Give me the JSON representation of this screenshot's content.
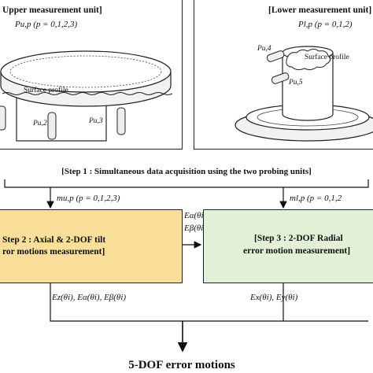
{
  "upper_unit": {
    "title": "Upper measurement unit]",
    "param_label": "Pu,p (p = 0,1,2,3)",
    "surface_profile_label": "Surface profile",
    "probe_label_2": "Pu,2",
    "probe_label_3": "Pu,3"
  },
  "lower_unit": {
    "title": "[Lower measurement unit]",
    "param_label": "Pl,p (p = 0,1,2)",
    "surface_profile_label": "Surface profile",
    "probe_label_4": "Pu,4",
    "probe_label_5": "Pu,5"
  },
  "step1": {
    "label": "[Step 1 : Simultaneous data acquisition using the two probing units]"
  },
  "flow": {
    "upper_signal": "mu,p (p = 0,1,2,3)",
    "lower_signal": "ml,p (p = 0,1,2",
    "tilt_transfer_1": "Eα(θi),",
    "tilt_transfer_2": "Eβ(θi)",
    "step2_output": "Ez(θi), Eα(θi), Eβ(θi)",
    "step3_output": "Ex(θi), Ey(θi)"
  },
  "step2": {
    "line1": "Step 2 : Axial & 2-DOF tilt",
    "line2": "ror motions measurement]",
    "fill": "#f9df9a"
  },
  "step3": {
    "line1": "[Step 3 : 2-DOF Radial",
    "line2": "error motion measurement]",
    "fill": "#e3f0d8"
  },
  "result": {
    "label": "5-DOF error motions"
  }
}
